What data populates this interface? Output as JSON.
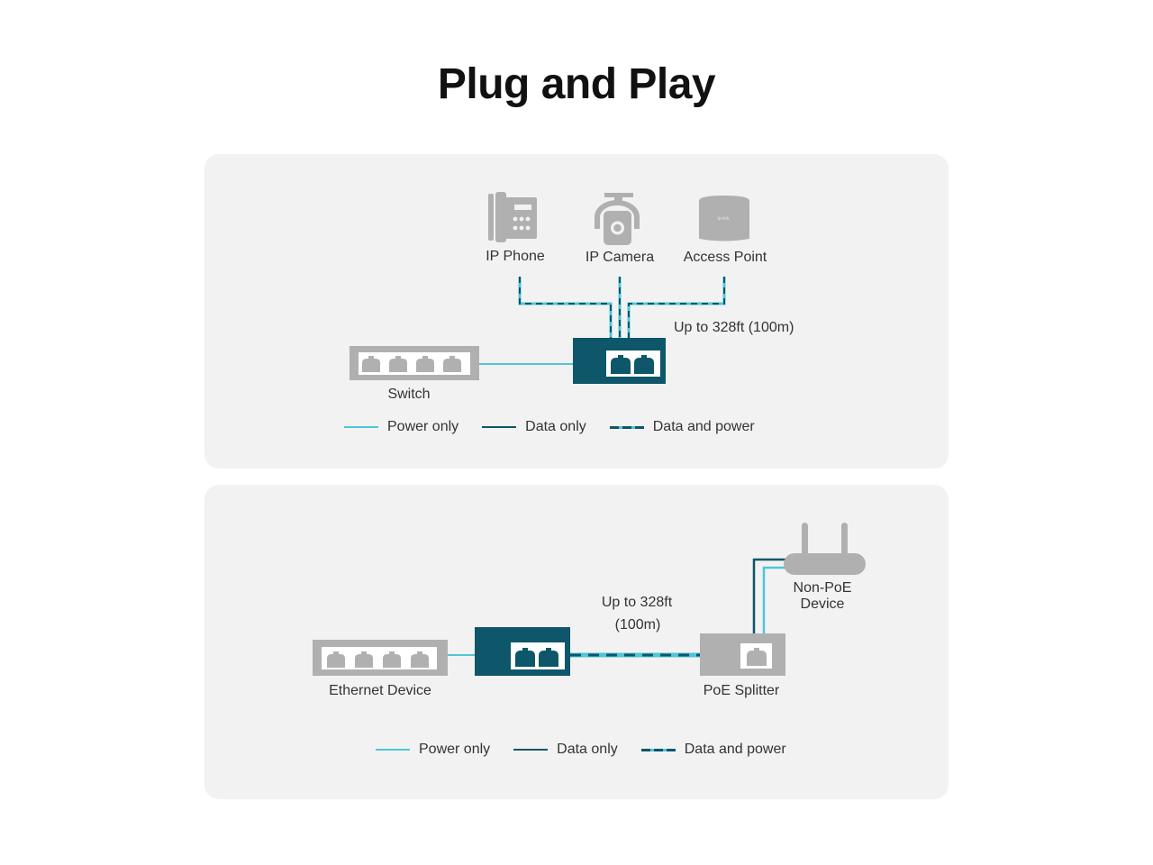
{
  "title": "Plug and Play",
  "colors": {
    "power_only": "#4ec6d8",
    "data_only": "#0e5669",
    "device_gray": "#b0b0b0",
    "injector": "#0e5669",
    "panel_bg": "#f2f2f2"
  },
  "scenario1": {
    "devices": [
      {
        "label": "IP Phone",
        "icon": "ip-phone-icon"
      },
      {
        "label": "IP Camera",
        "icon": "ip-camera-icon"
      },
      {
        "label": "Access Point",
        "icon": "access-point-icon"
      }
    ],
    "switch_label": "Switch",
    "distance_label": "Up to 328ft (100m)",
    "legend": [
      {
        "label": "Power only",
        "type": "power"
      },
      {
        "label": "Data only",
        "type": "data"
      },
      {
        "label": "Data and power",
        "type": "both"
      }
    ]
  },
  "scenario2": {
    "ethernet_label": "Ethernet Device",
    "distance_line1": "Up to 328ft",
    "distance_line2": "(100m)",
    "splitter_label": "PoE Splitter",
    "nonpoe_line1": "Non-PoE",
    "nonpoe_line2": "Device",
    "legend": [
      {
        "label": "Power only",
        "type": "power"
      },
      {
        "label": "Data only",
        "type": "data"
      },
      {
        "label": "Data and power",
        "type": "both"
      }
    ]
  }
}
